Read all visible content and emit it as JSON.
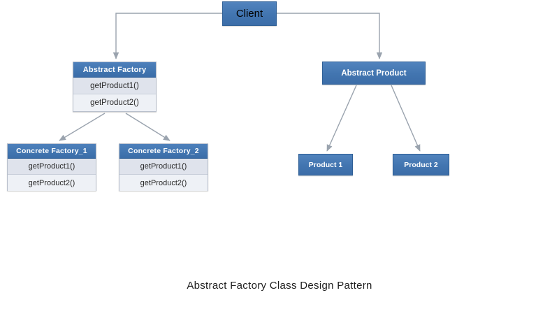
{
  "diagram": {
    "caption": "Abstract Factory Class Design Pattern",
    "colors": {
      "node_fill": "#4a7ebb",
      "node_border": "#2e5f96",
      "header_fill": "#4175b0",
      "row_fill_1": "#dfe3ec",
      "row_fill_2": "#eef1f6",
      "connector": "#9aa3ae",
      "page_background": "#ffffff",
      "caption_text": "#1d1d1d"
    },
    "nodes": {
      "client": {
        "title": "Client"
      },
      "abstract_factory": {
        "title": "Abstract Factory",
        "methods": [
          "getProduct1()",
          "getProduct2()"
        ]
      },
      "abstract_product": {
        "title": "Abstract Product"
      },
      "concrete_factory_1": {
        "title": "Concrete Factory_1",
        "methods": [
          "getProduct1()",
          "getProduct2()"
        ]
      },
      "concrete_factory_2": {
        "title": "Concrete Factory_2",
        "methods": [
          "getProduct1()",
          "getProduct2()"
        ]
      },
      "product_1": {
        "title": "Product 1"
      },
      "product_2": {
        "title": "Product 2"
      }
    },
    "connections": [
      {
        "from": "client",
        "to": "abstract_factory",
        "style": "elbow"
      },
      {
        "from": "client",
        "to": "abstract_product",
        "style": "elbow"
      },
      {
        "from": "abstract_factory",
        "to": "concrete_factory_1",
        "style": "diagonal"
      },
      {
        "from": "abstract_factory",
        "to": "concrete_factory_2",
        "style": "diagonal"
      },
      {
        "from": "abstract_product",
        "to": "product_1",
        "style": "diagonal"
      },
      {
        "from": "abstract_product",
        "to": "product_2",
        "style": "diagonal"
      }
    ]
  }
}
